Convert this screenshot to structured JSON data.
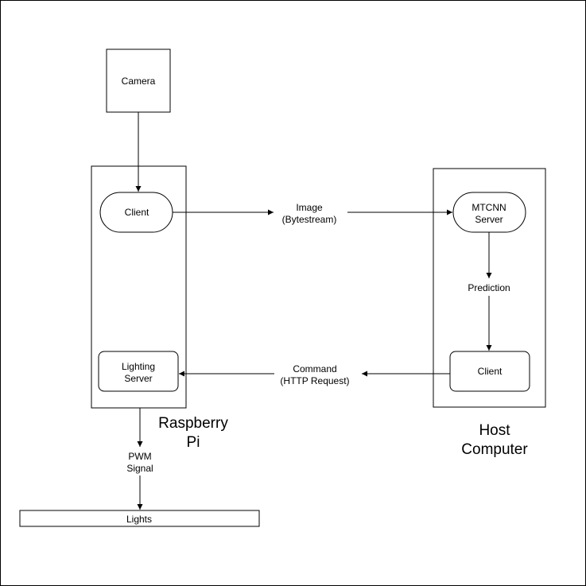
{
  "nodes": {
    "camera": {
      "label": "Camera"
    },
    "pi_client": {
      "label": "Client"
    },
    "lighting_server": {
      "line1": "Lighting",
      "line2": "Server"
    },
    "mtcnn_server": {
      "line1": "MTCNN",
      "line2": "Server"
    },
    "host_client": {
      "label": "Client"
    },
    "lights": {
      "label": "Lights"
    }
  },
  "groups": {
    "raspberry_pi": {
      "line1": "Raspberry",
      "line2": "Pi"
    },
    "host_computer": {
      "line1": "Host",
      "line2": "Computer"
    }
  },
  "edge_labels": {
    "image": {
      "line1": "Image",
      "line2": "(Bytestream)"
    },
    "prediction": {
      "label": "Prediction"
    },
    "command": {
      "line1": "Command",
      "line2": "(HTTP Request)"
    },
    "pwm": {
      "line1": "PWM",
      "line2": "Signal"
    }
  },
  "colors": {
    "stroke": "#000000",
    "fill": "#ffffff",
    "text": "#000000"
  }
}
